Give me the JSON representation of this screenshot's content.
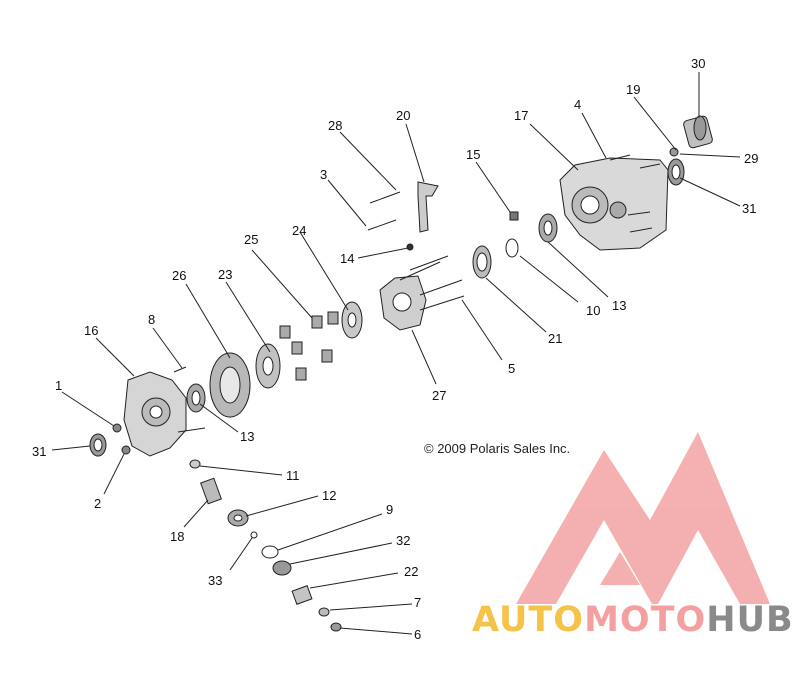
{
  "callouts": {
    "c1": "1",
    "c2": "2",
    "c3": "3",
    "c4": "4",
    "c5": "5",
    "c6": "6",
    "c7": "7",
    "c8": "8",
    "c9": "9",
    "c10": "10",
    "c11": "11",
    "c12": "12",
    "c13a": "13",
    "c13b": "13",
    "c14": "14",
    "c15": "15",
    "c16": "16",
    "c17": "17",
    "c18": "18",
    "c19": "19",
    "c20": "20",
    "c21": "21",
    "c22": "22",
    "c23": "23",
    "c24": "24",
    "c25": "25",
    "c26": "26",
    "c27": "27",
    "c28": "28",
    "c29": "29",
    "c30": "30",
    "c31a": "31",
    "c31b": "31",
    "c32": "32",
    "c33": "33"
  },
  "copyright": "© 2009 Polaris Sales Inc.",
  "watermark": {
    "part1": "AUTO",
    "part2": "MOTO",
    "part3": "HUB",
    "colors": {
      "auto": "#f5c24a",
      "moto": "#f4a0a0",
      "hub": "#8a8a8a",
      "logo": "#f3a3a3"
    }
  }
}
